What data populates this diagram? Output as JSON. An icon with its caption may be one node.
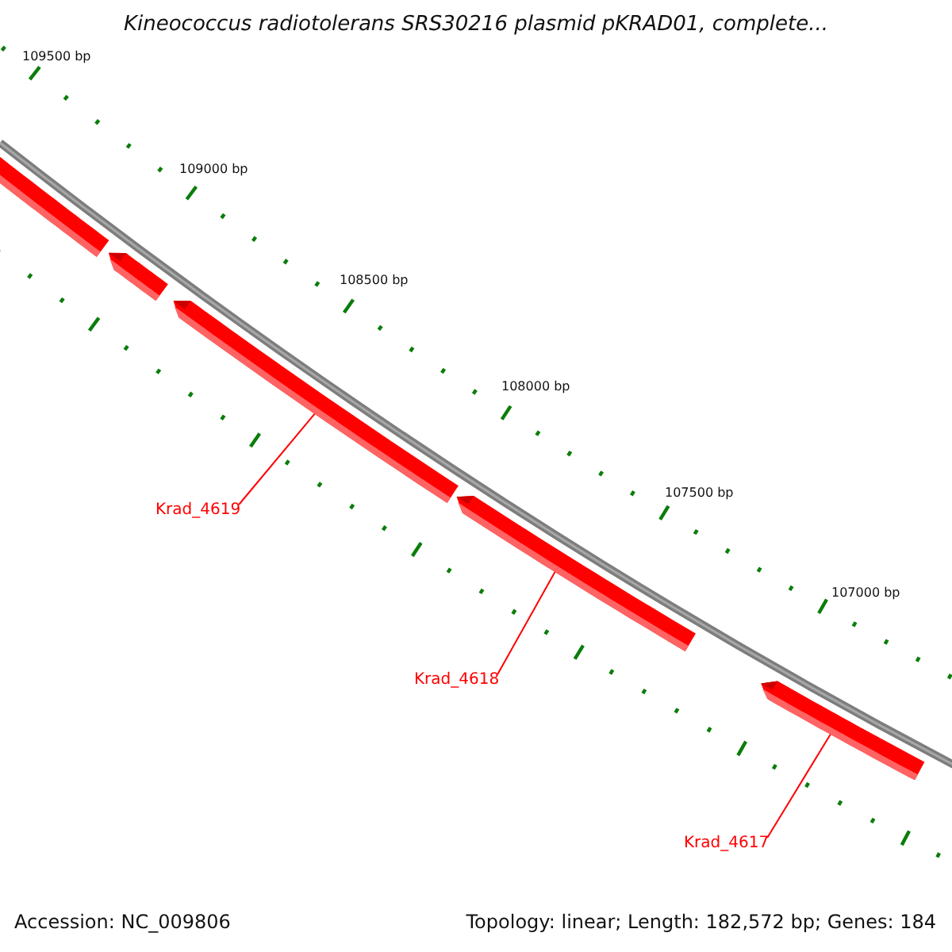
{
  "diagram": {
    "title": "Kineococcus radiotolerans SRS30216 plasmid pKRAD01, complete...",
    "nodes": [
      {
        "text": [],
        "shape": "bar"
      },
      {
        "text": [],
        "shape": "bar"
      },
      {
        "text": [],
        "shape": "bar"
      },
      {
        "text": [
          "Krad_4619"
        ]
      },
      {
        "text": [],
        "shape": "bar"
      },
      {
        "text": [
          "Krad_4618"
        ]
      },
      {
        "text": [],
        "shape": "bar"
      },
      {
        "text": [
          "Krad_4617"
        ]
      }
    ],
    "edges": [
      {
        "from": 3,
        "to": 2,
        "arrow": "none"
      },
      {
        "from": 5,
        "to": 4,
        "arrow": "none"
      },
      {
        "from": 7,
        "to": 6,
        "arrow": "none"
      }
    ],
    "labels": [
      "109500 bp",
      "109000 bp",
      "108500 bp",
      "108000 bp",
      "107500 bp",
      "107000 bp",
      "Accession: NC_009806",
      "Topology: linear; Length: 182,572 bp; Genes: 184"
    ]
  }
}
